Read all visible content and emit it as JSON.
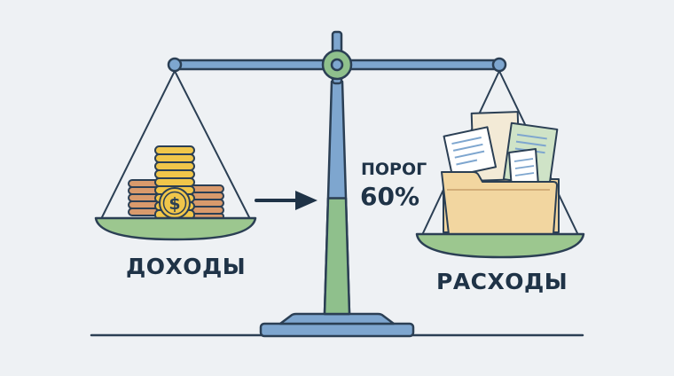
{
  "income_label": "ДОХОДЫ",
  "expenses_label": "РАСХОДЫ",
  "threshold": {
    "title": "ПОРОГ",
    "value_text": "60%",
    "fill_fraction": 0.6
  },
  "coin_symbol": "$",
  "colors": {
    "background": "#eef1f4",
    "outline": "#2b3f54",
    "beam": "#7ea6cf",
    "fill_green": "#8fc08c",
    "pan_green": "#9cc78f",
    "coin_gold": "#f0c64a",
    "coin_copper": "#d99a6c",
    "folder": "#f2d6a0",
    "text": "#1f3347"
  },
  "icons": {
    "arrow": "arrow-right-icon",
    "coins": "coin-stack-icon",
    "folder": "document-folder-icon"
  }
}
